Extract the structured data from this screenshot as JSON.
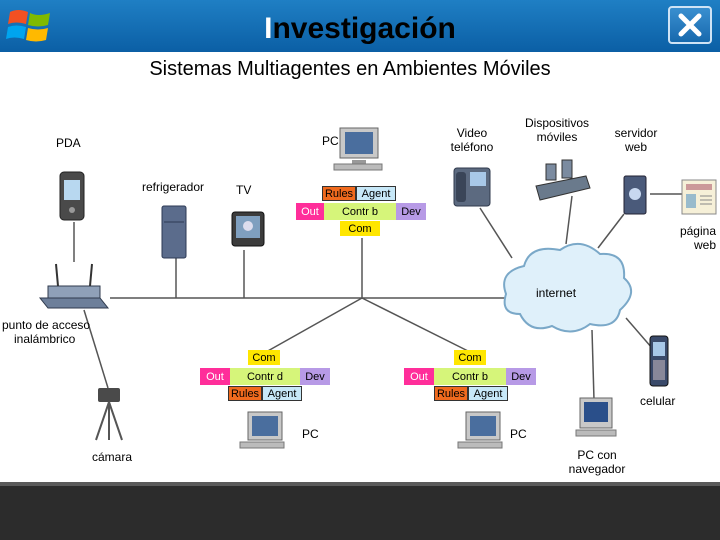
{
  "header": {
    "title_first": "I",
    "title_rest": "nvestigación"
  },
  "subtitle": "Sistemas Multiagentes en Ambientes Móviles",
  "labels": {
    "pda": "PDA",
    "pc_top": "PC",
    "video_line1": "Video",
    "video_line2": "teléfono",
    "dispositivos_line1": "Dispositivos",
    "dispositivos_line2": "móviles",
    "servidor_line1": "servidor",
    "servidor_line2": "web",
    "refrigerador": "refrigerador",
    "tv": "TV",
    "pagina_line1": "página",
    "pagina_line2": "web",
    "internet": "internet",
    "punto_line1": "punto de acceso",
    "punto_line2": "inalámbrico",
    "celular": "celular",
    "camara": "cámara",
    "pc_left": "PC",
    "pc_right": "PC",
    "pc_navegador_line1": "PC con",
    "pc_navegador_line2": "navegador"
  },
  "agent_top": {
    "rules": "Rules",
    "agent": "Agent",
    "out": "Out",
    "contr": "Contr b",
    "dev": "Dev",
    "com": "Com"
  },
  "agent_left": {
    "com": "Com",
    "out": "Out",
    "contr": "Contr d",
    "dev": "Dev",
    "rules": "Rules",
    "agent": "Agent"
  },
  "agent_right": {
    "com": "Com",
    "out": "Out",
    "contr": "Contr b",
    "dev": "Dev",
    "rules": "Rules",
    "agent": "Agent"
  },
  "colors": {
    "header_blue": "#0b5fa5",
    "rules": "#f06a1e",
    "agent": "#c7e8f8",
    "out": "#ff2e9a",
    "contr": "#d6f57a",
    "dev": "#b79ae6",
    "com": "#ffe600",
    "network_line": "#555555"
  }
}
